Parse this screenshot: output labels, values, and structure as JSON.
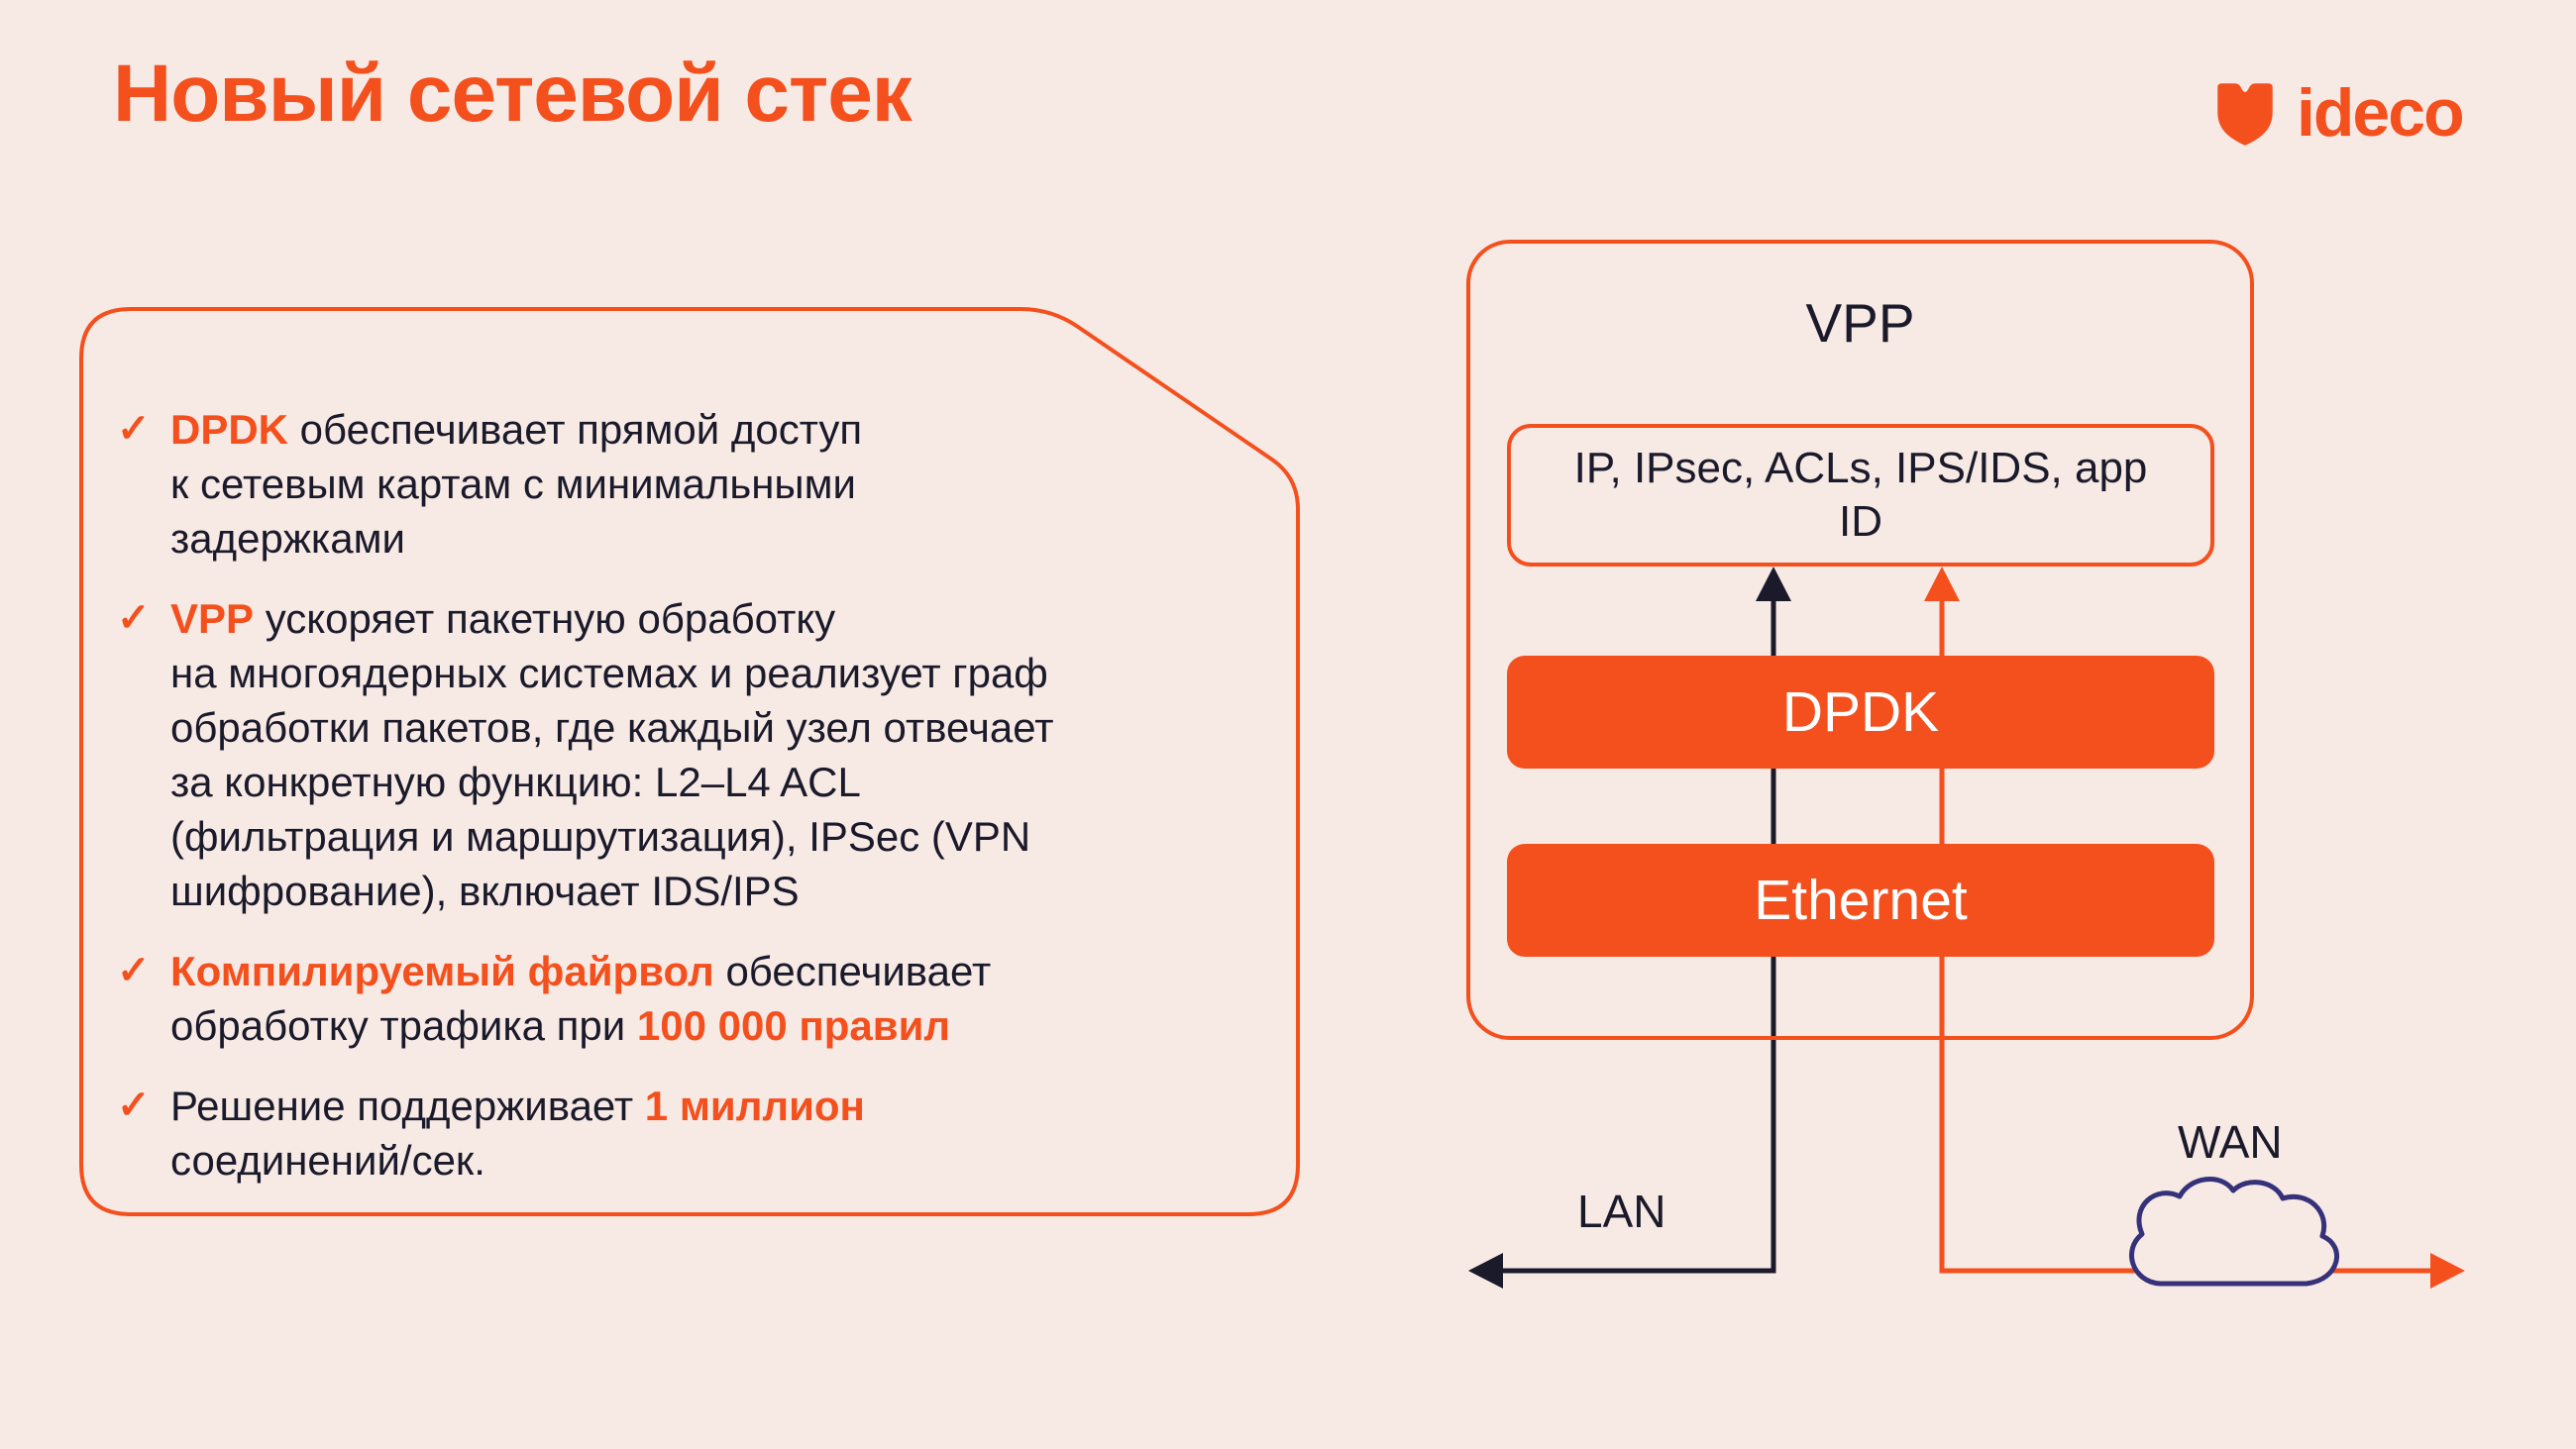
{
  "colors": {
    "bg": "#F7E9E4",
    "accent": "#F4501E",
    "dark": "#1A1A2B",
    "cloud": "#35327A",
    "white": "#FFFFFF"
  },
  "header": {
    "title": "Новый сетевой стек",
    "logo_text": "ideco"
  },
  "icons": {
    "logo": "shield-icon",
    "checkmark": "check-icon",
    "wan": "cloud-icon"
  },
  "features": {
    "checkmark": "✓",
    "items": [
      {
        "segments": [
          {
            "text": "DPDK",
            "accent": true
          },
          {
            "text": " обеспечивает прямой доступ\nк сетевым картам с минимальными\nзадержками",
            "accent": false
          }
        ]
      },
      {
        "segments": [
          {
            "text": "VPP",
            "accent": true
          },
          {
            "text": " ускоряет пакетную обработку\nна многоядерных системах и реализует граф\nобработки пакетов, где каждый узел отвечает\nза конкретную функцию: L2–L4 ACL\n(фильтрация и маршрутизация), IPSec (VPN\nшифрование), включает IDS/IPS",
            "accent": false
          }
        ]
      },
      {
        "segments": [
          {
            "text": "Компилируемый файрвол",
            "accent": true
          },
          {
            "text": " обеспечивает\nобработку трафика при ",
            "accent": false
          },
          {
            "text": "100 000 правил",
            "accent": true
          }
        ]
      },
      {
        "segments": [
          {
            "text": "Решение поддерживает ",
            "accent": false
          },
          {
            "text": "1 миллион",
            "accent": true
          },
          {
            "text": "\nсоединений/сек.",
            "accent": false
          }
        ]
      }
    ]
  },
  "diagram": {
    "vpp_label": "VPP",
    "ip_box_label": "IP, IPsec, ACLs, IPS/IDS, app\nID",
    "dpdk_label": "DPDK",
    "ethernet_label": "Ethernet",
    "lan_label": "LAN",
    "wan_label": "WAN"
  }
}
